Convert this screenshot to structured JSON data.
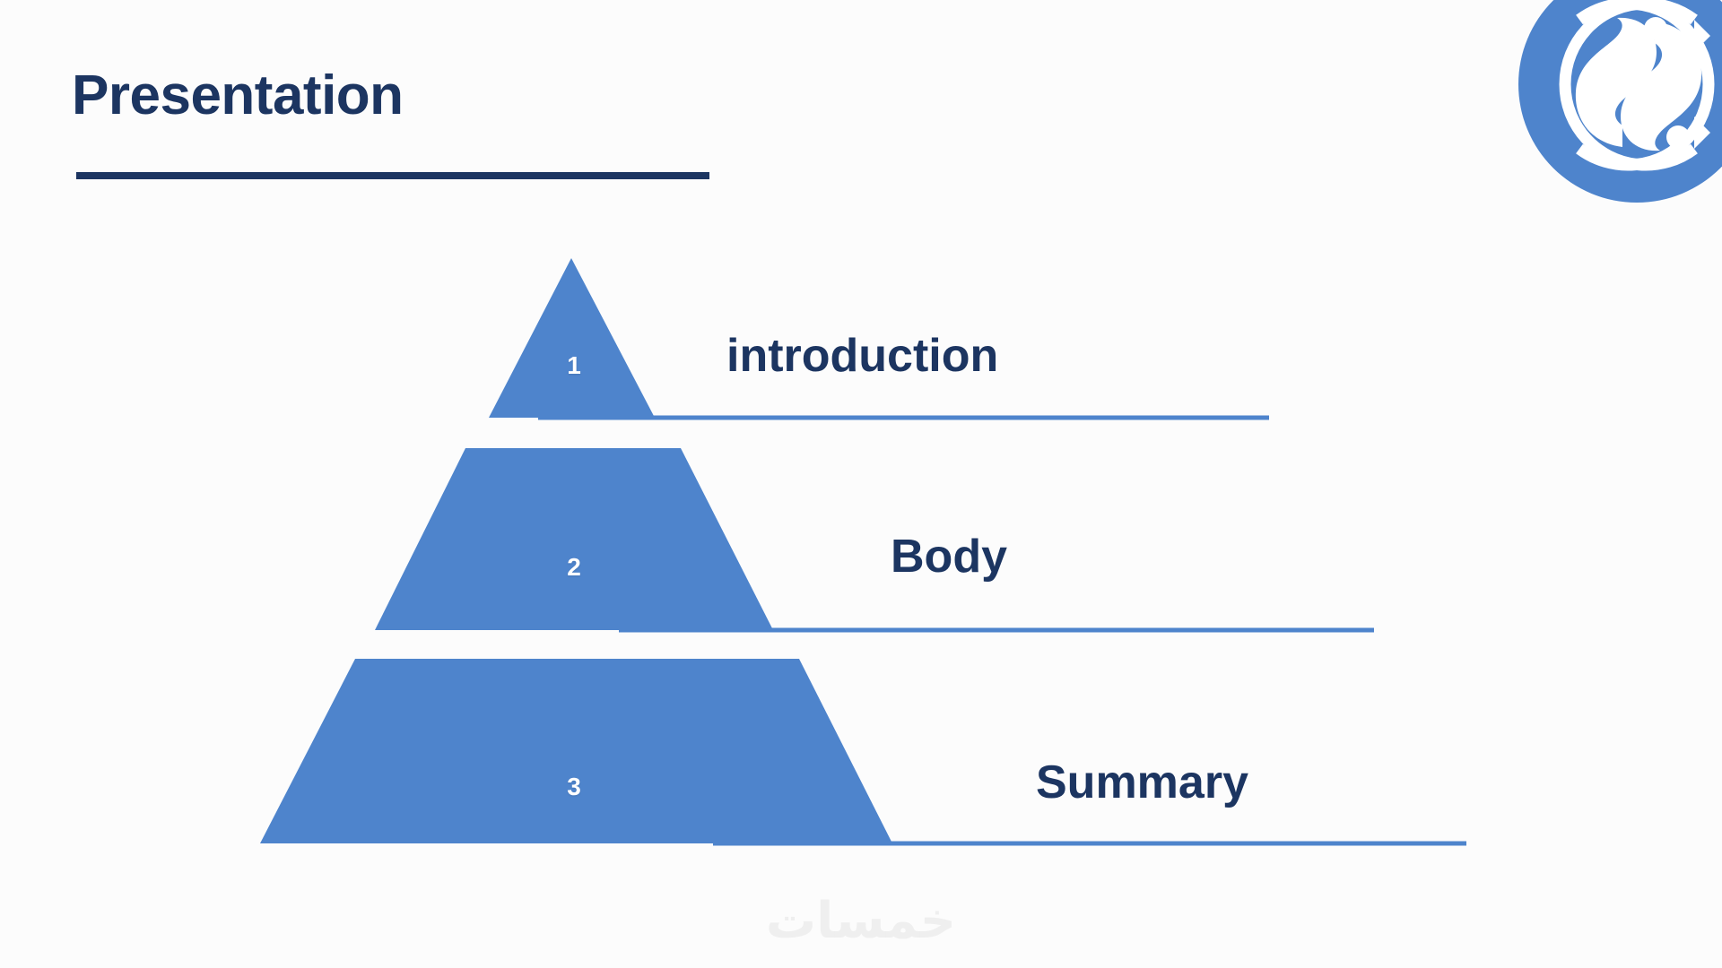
{
  "slide": {
    "title": "Presentation",
    "background_color": "#FCFCFC",
    "accent_navy": "#1C3561",
    "accent_blue": "#4E84CC",
    "watermark": "خمسات"
  },
  "logo": {
    "name": "khamsat-s-circle-logo",
    "background_color": "#4E84CC",
    "mark_color": "#FFFFFF"
  },
  "pyramid": {
    "tiers": [
      {
        "number": "1",
        "label": "introduction"
      },
      {
        "number": "2",
        "label": "Body"
      },
      {
        "number": "3",
        "label": "Summary"
      }
    ]
  },
  "chart_data": {
    "type": "pyramid",
    "title": "Presentation",
    "categories": [
      "introduction",
      "Body",
      "Summary"
    ],
    "values": [
      1,
      2,
      3
    ],
    "labels": [
      "1",
      "2",
      "3"
    ],
    "fill_color": "#4E84CC",
    "text_color": "#1C3561",
    "orientation": "top-to-bottom",
    "legend": "none",
    "grid": false
  }
}
